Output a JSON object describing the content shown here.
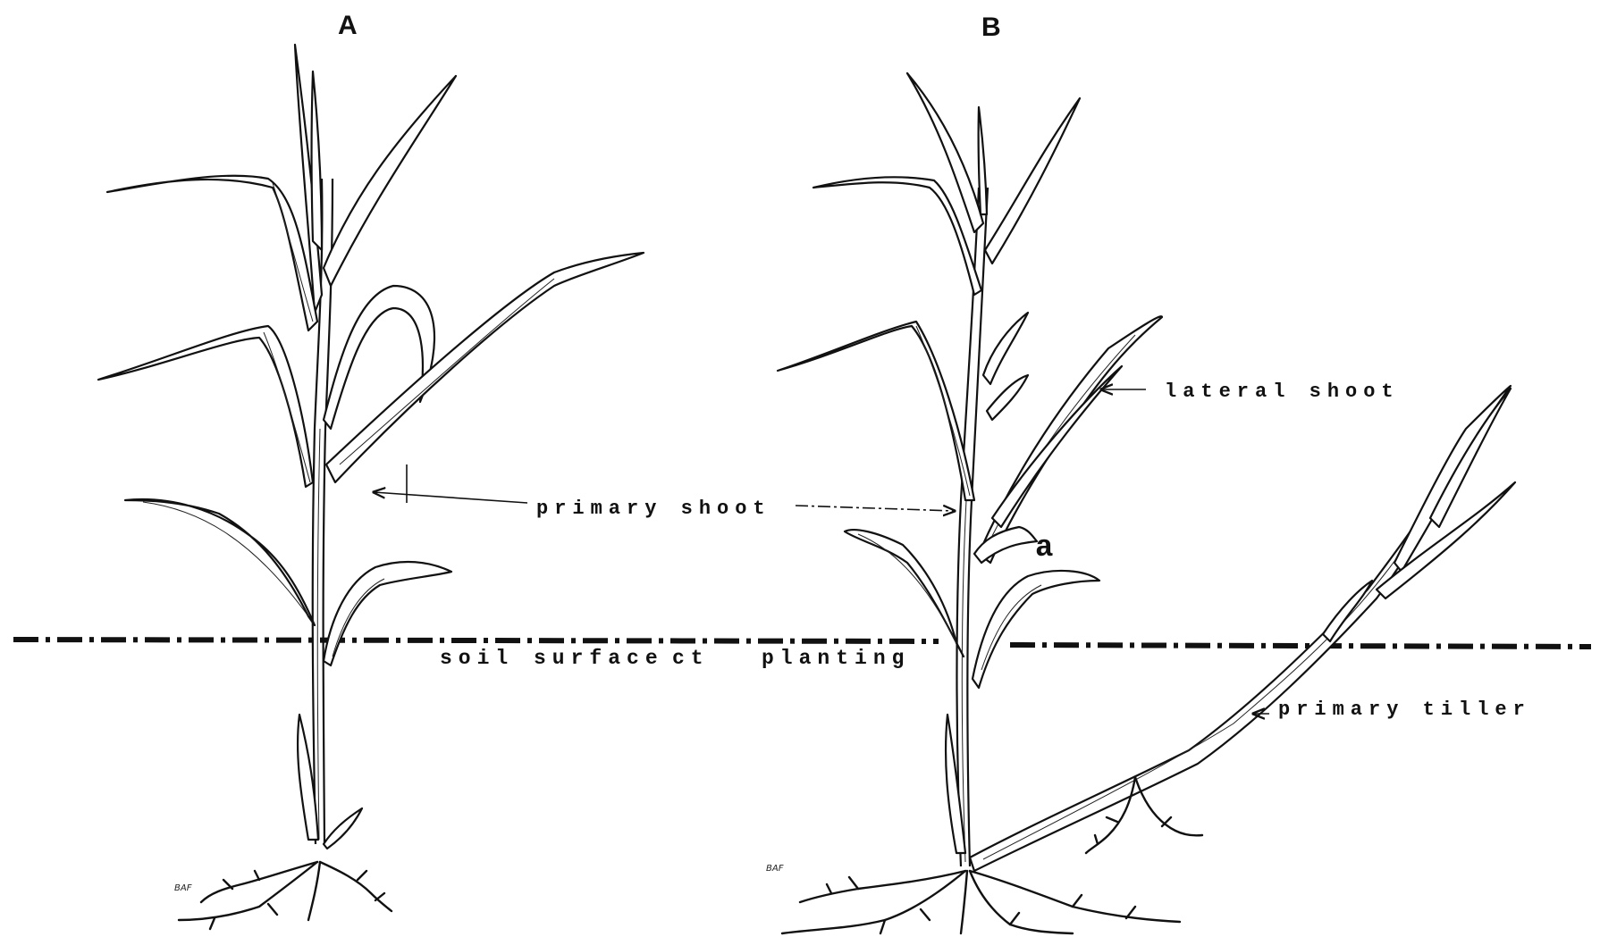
{
  "panels": {
    "left": "A",
    "right": "B"
  },
  "labels": {
    "primary_shoot": "primary shoot",
    "lateral_shoot": "lateral shoot",
    "primary_tiller": "primary tiller",
    "leaf_marker": "a"
  },
  "soil_line": {
    "words": [
      "soil",
      "surface",
      "ct",
      "planting"
    ]
  },
  "signatures": {
    "left": "BAF",
    "right": "BAF"
  },
  "icons": {
    "arrow": "left-arrow-icon"
  }
}
